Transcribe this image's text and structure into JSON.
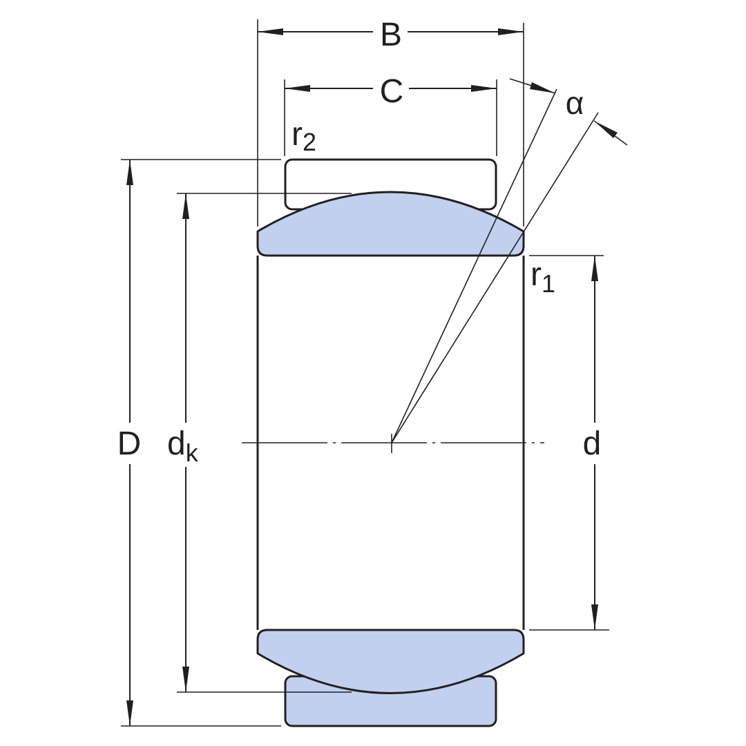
{
  "labels": {
    "B": "B",
    "C": "C",
    "r2": {
      "main": "r",
      "sub": "2"
    },
    "alpha": "α",
    "r1": {
      "main": "r",
      "sub": "1"
    },
    "D": "D",
    "dk": {
      "main": "d",
      "sub": "k"
    },
    "d": "d"
  },
  "colors": {
    "line": "#231f20",
    "fill": "#c1d0ee",
    "background": "#ffffff"
  }
}
